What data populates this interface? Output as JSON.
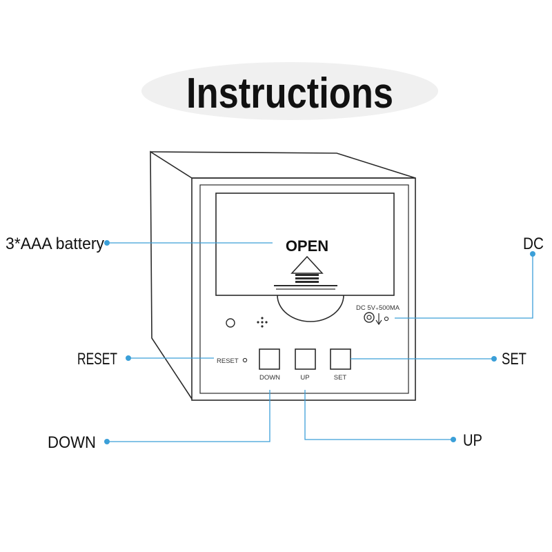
{
  "title": "Instructions",
  "device": {
    "battery_cover_text": "OPEN",
    "dc_port_label": "DC 5V",
    "dc_port_current": "500MA",
    "reset_label": "RESET",
    "buttons": [
      {
        "label": "DOWN"
      },
      {
        "label": "UP"
      },
      {
        "label": "SET"
      }
    ]
  },
  "callouts": {
    "battery": "3*AAA battery",
    "dc": "DC",
    "reset": "RESET",
    "set": "SET",
    "down": "DOWN",
    "up": "UP"
  },
  "colors": {
    "callout_line": "#3b9fd8",
    "device_stroke": "#2a2a2a",
    "title_shadow": "#e6e6e6"
  }
}
